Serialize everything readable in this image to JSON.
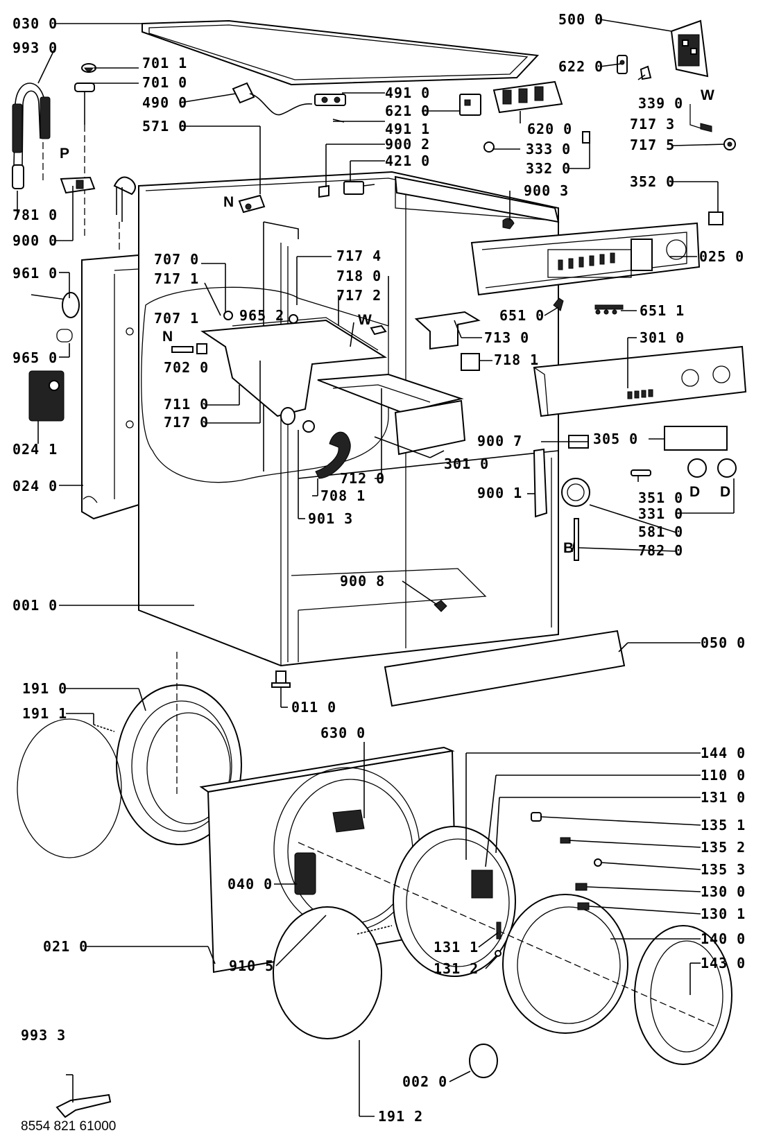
{
  "labels": {
    "l0300": "030 0",
    "l9930": "993 0",
    "l7011": "701 1",
    "l7010": "701 0",
    "l4900": "490 0",
    "l5710": "571 0",
    "l7810": "781 0",
    "l9000": "900 0",
    "l9610": "961 0",
    "l9650": "965 0",
    "l0241": "024 1",
    "l0240": "024 0",
    "l7070": "707 0",
    "l7171": "717 1",
    "l7071": "707 1",
    "l7020": "702 0",
    "l7110": "711 0",
    "l7170": "717 0",
    "l9652": "965 2",
    "l7174": "717 4",
    "l7180": "718 0",
    "l7172": "717 2",
    "l4910": "491 0",
    "l6210": "621 0",
    "l4911": "491 1",
    "l9002": "900 2",
    "l4210": "421 0",
    "l9003": "900 3",
    "l5000": "500 0",
    "l6220": "622 0",
    "l3390": "339 0",
    "l7173": "717 3",
    "l7175": "717 5",
    "l6200": "620 0",
    "l3330": "333 0",
    "l3320": "332 0",
    "l3520": "352 0",
    "l0250": "025 0",
    "l6510": "651 0",
    "l6511": "651 1",
    "l7130": "713 0",
    "l7181": "718 1",
    "l3010a": "301 0",
    "l3010b": "301 0",
    "l9007": "900 7",
    "l3050": "305 0",
    "l7120": "712 0",
    "l7081": "708 1",
    "l9013": "901 3",
    "l9001": "900 1",
    "l3510": "351 0",
    "l3310": "331 0",
    "l5810": "581 0",
    "l7820": "782 0",
    "l9008": "900 8",
    "l0010": "001 0",
    "l0500": "050 0",
    "l0110": "011 0",
    "l1910": "191 0",
    "l1911": "191 1",
    "l6300": "630 0",
    "l1440": "144 0",
    "l1100": "110 0",
    "l1310": "131 0",
    "l1351": "135 1",
    "l1352": "135 2",
    "l1353": "135 3",
    "l1300": "130 0",
    "l1301": "130 1",
    "l0400": "040 0",
    "l0210": "021 0",
    "l9105": "910 5",
    "l1311": "131 1",
    "l1312": "131 2",
    "l1400": "140 0",
    "l1430": "143 0",
    "l9933": "993 3",
    "l0020": "002 0",
    "l1912": "191 2"
  },
  "letters": {
    "P": "P",
    "N1": "N",
    "N2": "N",
    "W1": "W",
    "W2": "W",
    "B": "B",
    "D1": "D",
    "D2": "D"
  },
  "doc_code": "8554 821 61000"
}
